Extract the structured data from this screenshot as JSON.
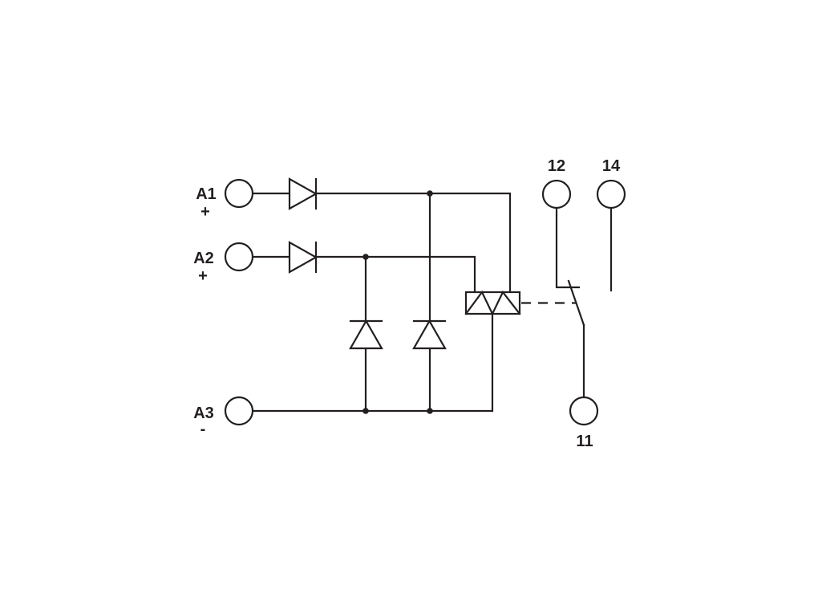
{
  "terminals": {
    "a1": {
      "name": "A1",
      "polarity": "+"
    },
    "a2": {
      "name": "A2",
      "polarity": "+"
    },
    "a3": {
      "name": "A3",
      "polarity": "-"
    },
    "t12": {
      "name": "12"
    },
    "t14": {
      "name": "14"
    },
    "t11": {
      "name": "11"
    }
  },
  "colors": {
    "line": "#231f20",
    "background": "#ffffff"
  }
}
